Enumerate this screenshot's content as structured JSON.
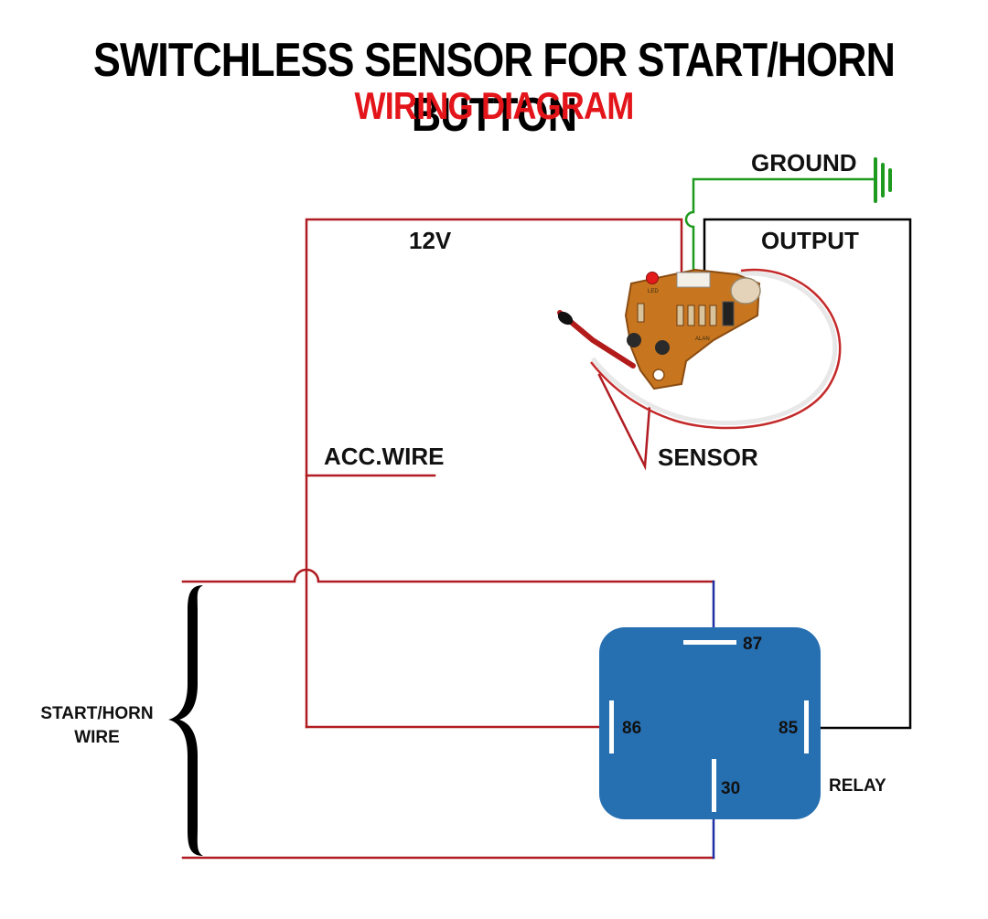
{
  "title": "SWITCHLESS SENSOR FOR START/HORN BUTTON",
  "subtitle": "WIRING DIAGRAM",
  "labels": {
    "ground": "GROUND",
    "v12": "12V",
    "output": "OUTPUT",
    "acc_wire": "ACC.WIRE",
    "sensor": "SENSOR",
    "start_horn_line1": "START/HORN",
    "start_horn_line2": "WIRE",
    "relay": "RELAY",
    "pcb_led": "LED",
    "pcb_mark": "ALAN"
  },
  "relay_pins": {
    "p87": "87",
    "p86": "86",
    "p85": "85",
    "p30": "30"
  },
  "colors": {
    "wire_red": "#b01c22",
    "wire_black": "#000000",
    "wire_green": "#1e9a1e",
    "wire_blue": "#1d2fa3",
    "relay_body": "#2670b2",
    "title_red": "#e3151a",
    "pcb": "#c7761f"
  }
}
